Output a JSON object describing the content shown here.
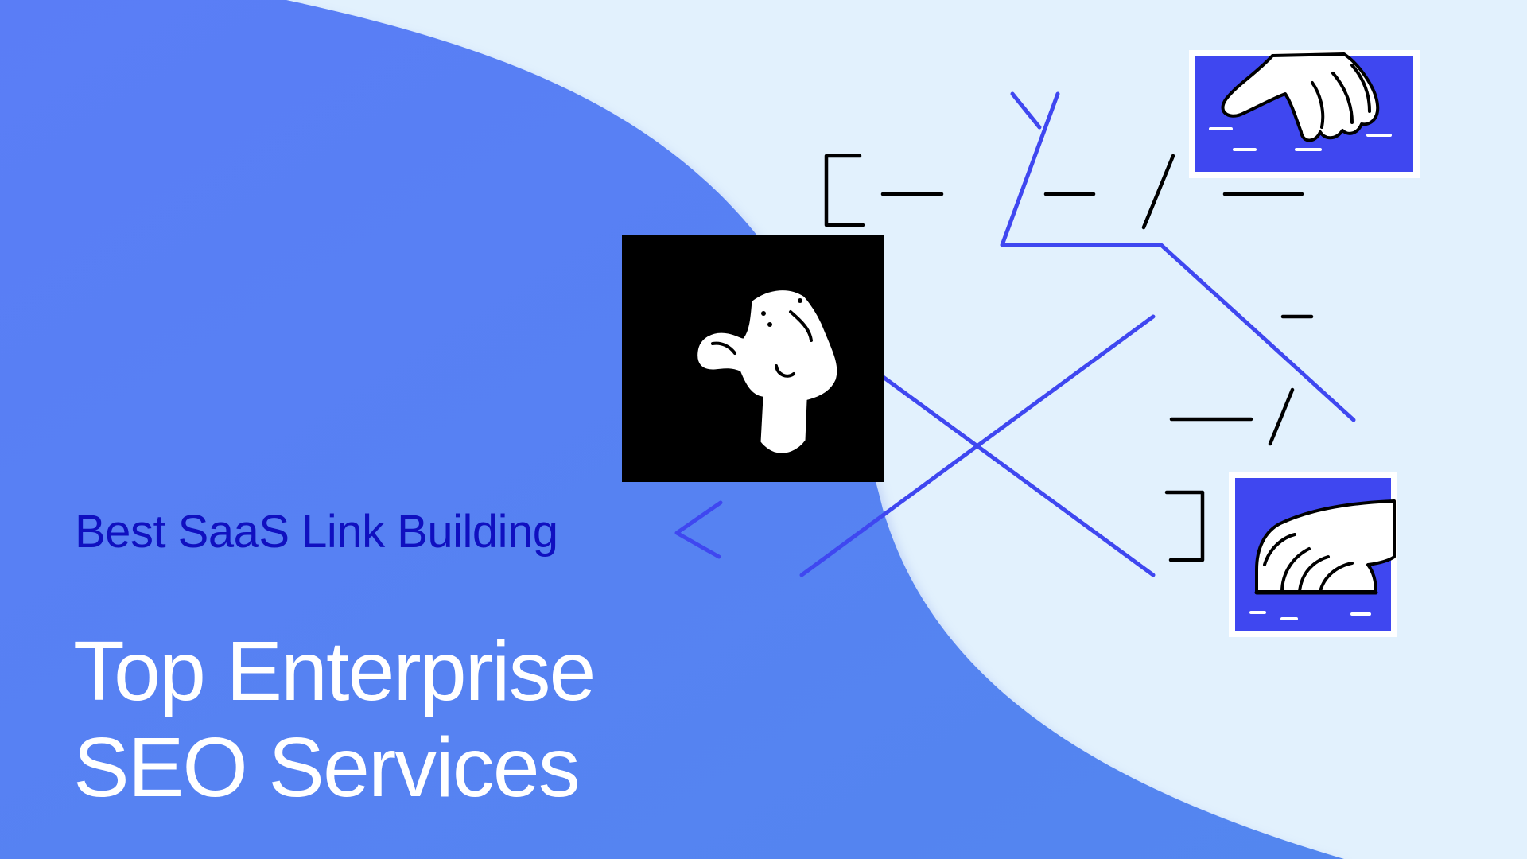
{
  "colors": {
    "background_light": "#e2f1fd",
    "blob": "#5a7ef5",
    "accent": "#3f47f0",
    "eyebrow_text": "#1010c0",
    "headline_text": "#ffffff",
    "ink": "#000000"
  },
  "hero": {
    "eyebrow": "Best SaaS Link Building",
    "headline_line1": "Top Enterprise",
    "headline_line2": "SEO Services"
  },
  "illustration": {
    "icons": [
      "head-figure-icon",
      "pointing-hand-icon",
      "typing-hand-icon"
    ]
  }
}
